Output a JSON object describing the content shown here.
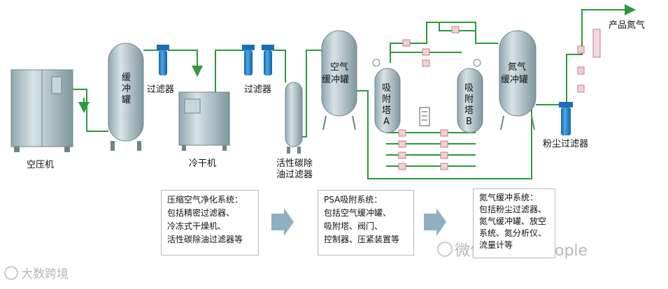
{
  "labels": {
    "air_compressor": "空压机",
    "buffer_tank_1": "缓冲罐",
    "filter_1": "过滤器",
    "dryer": "冷干机",
    "filter_2": "过滤器",
    "carbon_filter_line1": "活性碳除",
    "carbon_filter_line2": "油过滤器",
    "air_tank_line1": "空气",
    "air_tank_line2": "缓冲罐",
    "tower_a": "吸附塔A",
    "tower_b": "吸附塔B",
    "n2_tank_line1": "氮气",
    "n2_tank_line2": "缓冲罐",
    "dust_filter": "粉尘过滤器",
    "product": "产品氮气"
  },
  "boxes": [
    {
      "lines": [
        "压缩空气净化系统：",
        "包括精密过滤器、",
        "冷冻式干燥机、",
        "活性碳除油过滤器等"
      ]
    },
    {
      "lines": [
        "PSA吸附系统：",
        "包括空气缓冲罐、",
        "吸附塔、阀门、",
        "控制器、压紧装置等"
      ]
    },
    {
      "lines": [
        "氮气缓冲系统：",
        "包括粉尘过滤器、",
        "氮气缓冲罐、放空",
        "系统、氮分析仪、",
        "流量计等"
      ]
    }
  ],
  "watermarks": {
    "left": "大数跨境",
    "right": "微信号：eppeople"
  },
  "colors": {
    "pipe": "#2a9a3c",
    "vessel": "#a9bfc5",
    "filter": "#1f7fc9",
    "arrow": "#8fb0c2"
  }
}
